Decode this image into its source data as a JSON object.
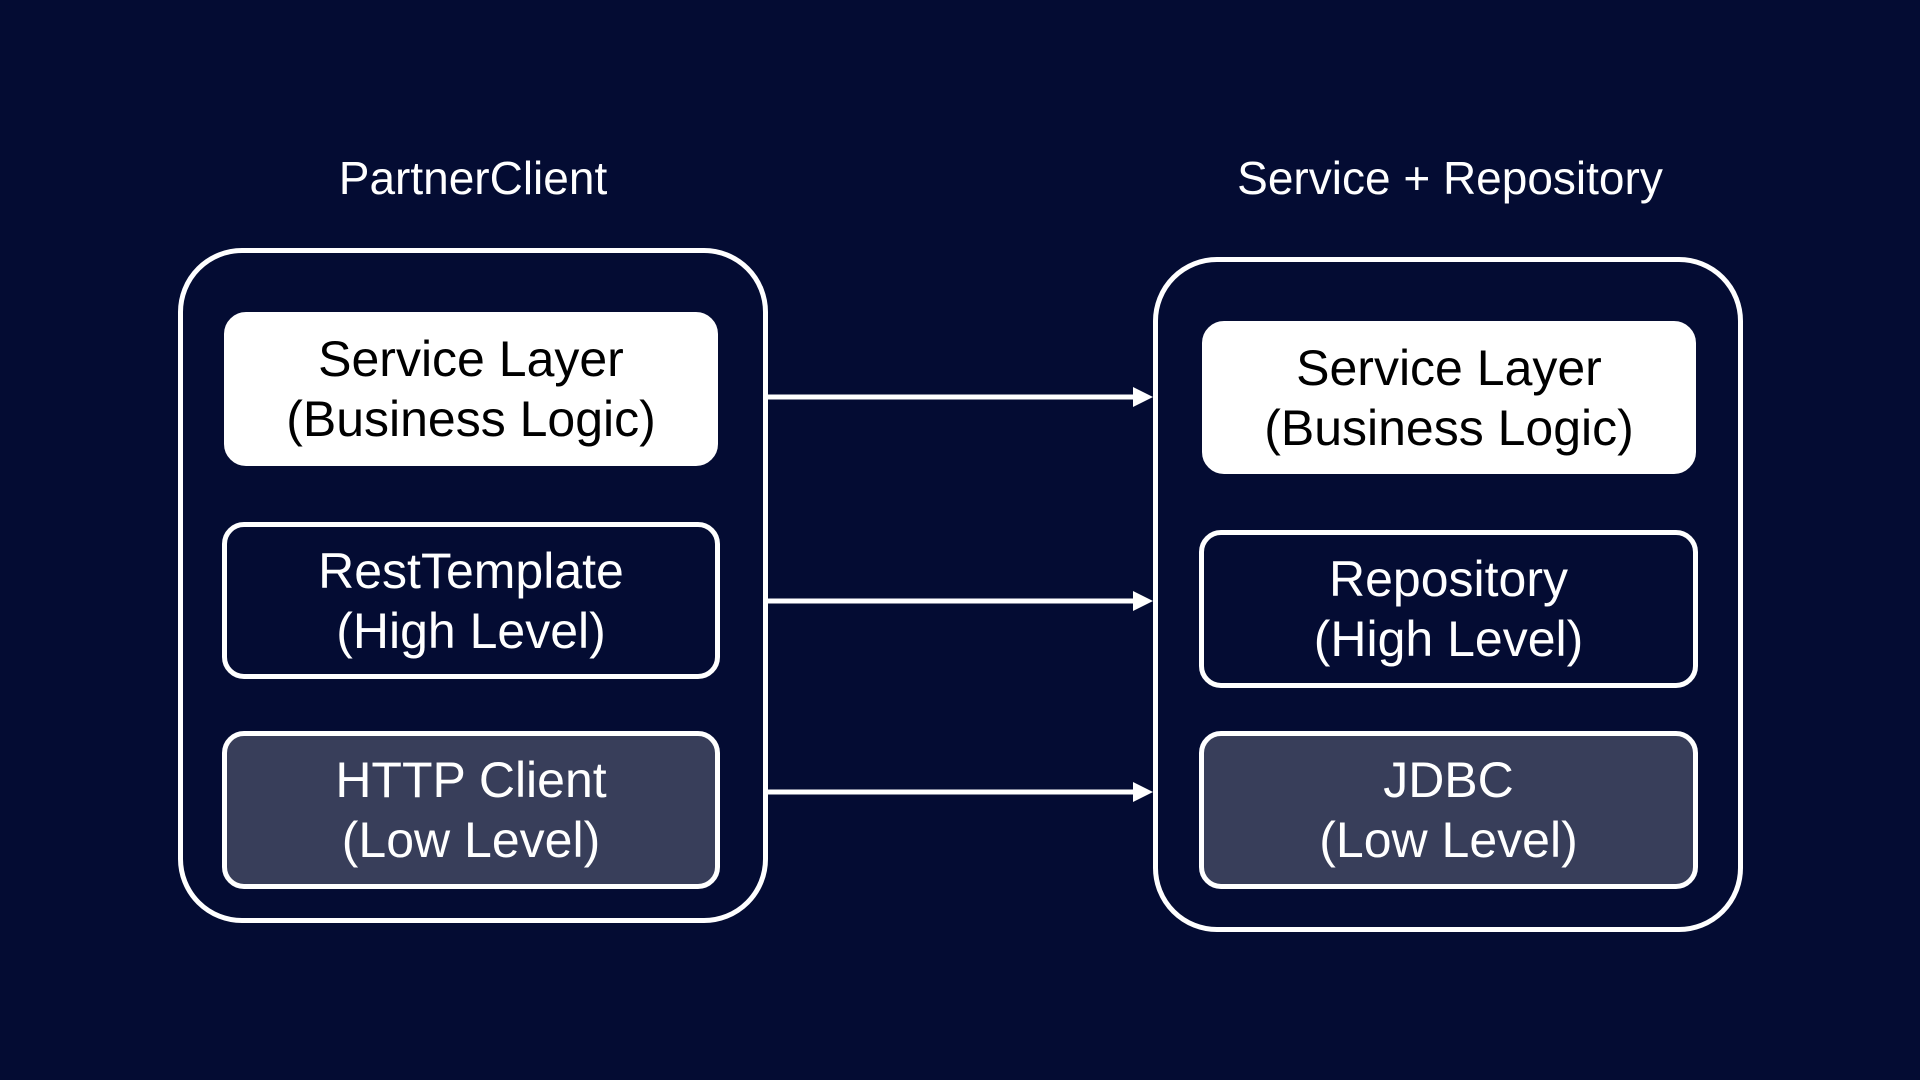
{
  "diagram": {
    "left_group": {
      "title": "PartnerClient",
      "layers": [
        {
          "line1": "Service Layer",
          "line2": "(Business Logic)"
        },
        {
          "line1": "RestTemplate",
          "line2": "(High Level)"
        },
        {
          "line1": "HTTP Client",
          "line2": "(Low Level)"
        }
      ]
    },
    "right_group": {
      "title": "Service + Repository",
      "layers": [
        {
          "line1": "Service Layer",
          "line2": "(Business Logic)"
        },
        {
          "line1": "Repository",
          "line2": "(High Level)"
        },
        {
          "line1": "JDBC",
          "line2": "(Low Level)"
        }
      ]
    },
    "colors": {
      "background": "#040c33",
      "business_fill": "#ffffff",
      "high_fill": "#040c33",
      "low_fill": "#383e5a",
      "stroke": "#ffffff"
    }
  }
}
